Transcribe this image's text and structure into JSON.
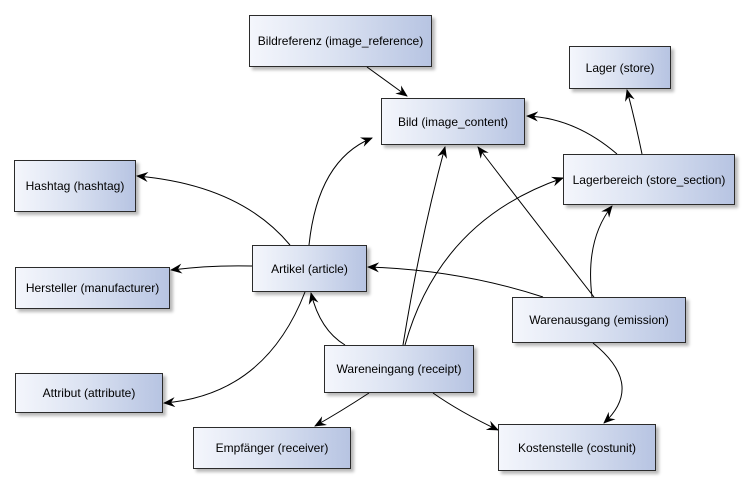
{
  "nodes": {
    "image_reference": "Bildreferenz (image_reference)",
    "image_content": "Bild (image_content)",
    "store": "Lager (store)",
    "store_section": "Lagerbereich (store_section)",
    "hashtag": "Hashtag (hashtag)",
    "article": "Artikel (article)",
    "manufacturer": "Hersteller (manufacturer)",
    "emission": "Warenausgang (emission)",
    "receipt": "Wareneingang (receipt)",
    "attribute": "Attribut (attribute)",
    "receiver": "Empfänger (receiver)",
    "costunit": "Kostenstelle (costunit)"
  },
  "edges": [
    {
      "from": "image_reference",
      "to": "image_content"
    },
    {
      "from": "store_section",
      "to": "store"
    },
    {
      "from": "store_section",
      "to": "image_content"
    },
    {
      "from": "article",
      "to": "image_content"
    },
    {
      "from": "article",
      "to": "hashtag"
    },
    {
      "from": "article",
      "to": "manufacturer"
    },
    {
      "from": "article",
      "to": "attribute"
    },
    {
      "from": "emission",
      "to": "article"
    },
    {
      "from": "emission",
      "to": "image_content"
    },
    {
      "from": "emission",
      "to": "store_section"
    },
    {
      "from": "emission",
      "to": "costunit"
    },
    {
      "from": "receipt",
      "to": "article"
    },
    {
      "from": "receipt",
      "to": "image_content"
    },
    {
      "from": "receipt",
      "to": "store_section"
    },
    {
      "from": "receipt",
      "to": "receiver"
    },
    {
      "from": "receipt",
      "to": "costunit"
    }
  ]
}
